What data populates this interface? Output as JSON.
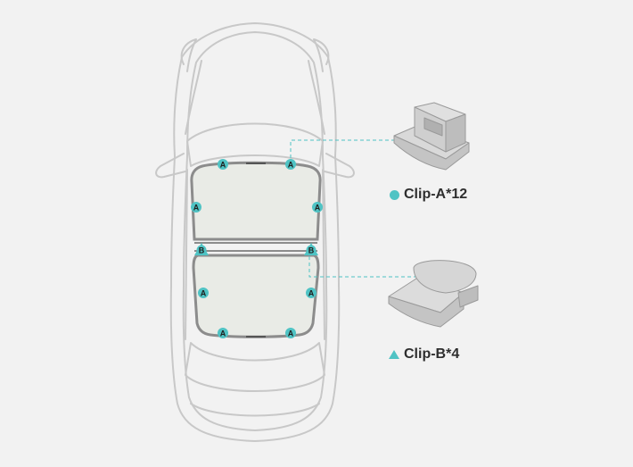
{
  "colors": {
    "background": "#f2f2f2",
    "accent": "#4fc3c4",
    "outline": "#c8c8c8",
    "frame": "#8c8c8c",
    "glass": "#e9ebe6",
    "clip_fill": "#d2d2d2",
    "clip_stroke": "#9a9a9a"
  },
  "clip_markers": {
    "clip_a_letter": "A",
    "clip_b_letter": "B"
  },
  "legend": {
    "clip_a": {
      "label": "Clip-A*12",
      "icon": "circle-icon"
    },
    "clip_b": {
      "label": "Clip-B*4",
      "icon": "triangle-icon"
    }
  }
}
